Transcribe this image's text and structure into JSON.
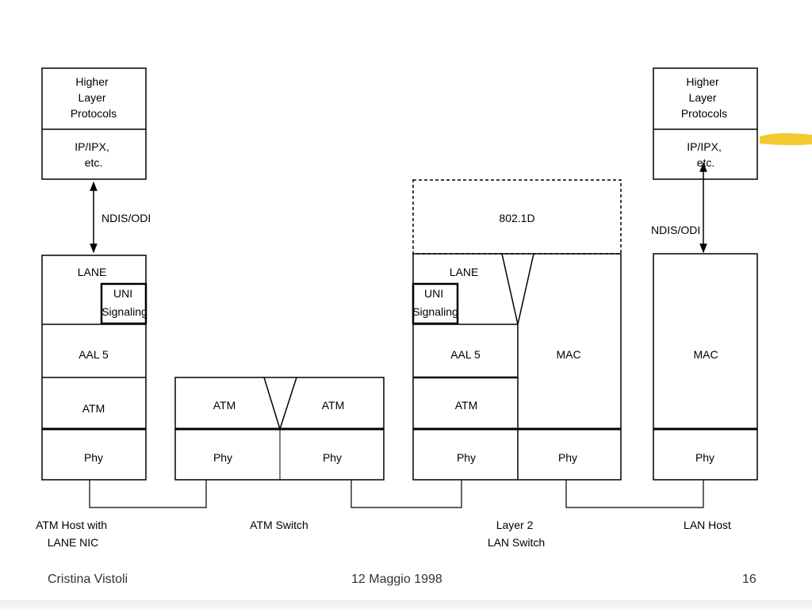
{
  "left_host": {
    "higher_layer": [
      "Higher",
      "Layer",
      "Protocols"
    ],
    "ip": [
      "IP/IPX,",
      "etc."
    ],
    "interface": "NDIS/ODI",
    "lane": "LANE",
    "uni": [
      "UNI",
      "Signaling"
    ],
    "aal": "AAL 5",
    "atm": "ATM",
    "phy": "Phy",
    "caption": [
      "ATM Host with",
      "LANE NIC"
    ]
  },
  "atm_switch": {
    "atm_left": "ATM",
    "atm_right": "ATM",
    "phy_left": "Phy",
    "phy_right": "Phy",
    "caption": [
      "ATM Switch"
    ]
  },
  "layer2_switch": {
    "bridge": "802.1D",
    "lane": "LANE",
    "uni": [
      "UNI",
      "Signaling"
    ],
    "aal": "AAL 5",
    "atm": "ATM",
    "mac": "MAC",
    "phy_left": "Phy",
    "phy_right": "Phy",
    "caption": [
      "Layer 2",
      "LAN Switch"
    ]
  },
  "lan_host": {
    "higher_layer": [
      "Higher",
      "Layer",
      "Protocols"
    ],
    "ip": [
      "IP/IPX,",
      "etc."
    ],
    "interface": "NDIS/ODI",
    "mac": "MAC",
    "phy": "Phy",
    "caption": [
      "LAN Host"
    ]
  },
  "colors": {
    "line": "#000000",
    "highlighter": "#f2c31a"
  },
  "footer": {
    "author": "Cristina Vistoli",
    "date": "12 Maggio 1998",
    "page": "16"
  }
}
